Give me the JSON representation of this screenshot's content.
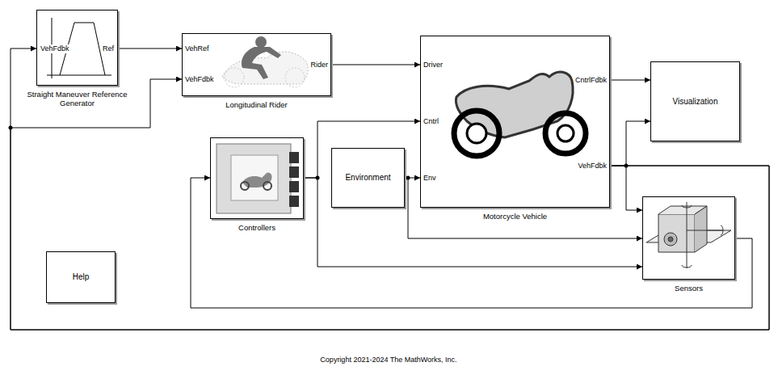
{
  "diagram": {
    "nodes": [
      {
        "text": [
          "VehFdbk",
          "Ref",
          "Straight Maneuver Reference Generator"
        ]
      },
      {
        "text": [
          "VehRef",
          "VehFdbk",
          "Rider",
          "Longitudinal Rider"
        ]
      },
      {
        "text": [
          "Driver",
          "Cntrl",
          "Env",
          "CntrlFdbk",
          "VehFdbk",
          "Motorcycle Vehicle"
        ]
      },
      {
        "text": [
          "Visualization"
        ]
      },
      {
        "text": [
          "Controllers"
        ]
      },
      {
        "text": [
          "Environment"
        ]
      },
      {
        "text": [
          "Sensors"
        ]
      },
      {
        "text": [
          "Help"
        ]
      }
    ],
    "edges": [
      {
        "from": 0,
        "to": 1,
        "arrow": "to"
      },
      {
        "from": 1,
        "to": 2,
        "arrow": "to"
      },
      {
        "from": 2,
        "to": 3,
        "arrow": "to"
      },
      {
        "from": 2,
        "to": 3,
        "arrow": "to"
      },
      {
        "from": 2,
        "to": 6,
        "arrow": "to"
      },
      {
        "from": 2,
        "to": 0,
        "arrow": "to"
      },
      {
        "from": 2,
        "to": 1,
        "arrow": "to"
      },
      {
        "from": 4,
        "to": 2,
        "arrow": "to"
      },
      {
        "from": 4,
        "to": 6,
        "arrow": "to"
      },
      {
        "from": 5,
        "to": 2,
        "arrow": "to"
      },
      {
        "from": 5,
        "to": 6,
        "arrow": "to"
      },
      {
        "from": 6,
        "to": 4,
        "arrow": "to"
      }
    ],
    "labels": [
      "Copyright 2021-2024 The MathWorks, Inc."
    ]
  }
}
